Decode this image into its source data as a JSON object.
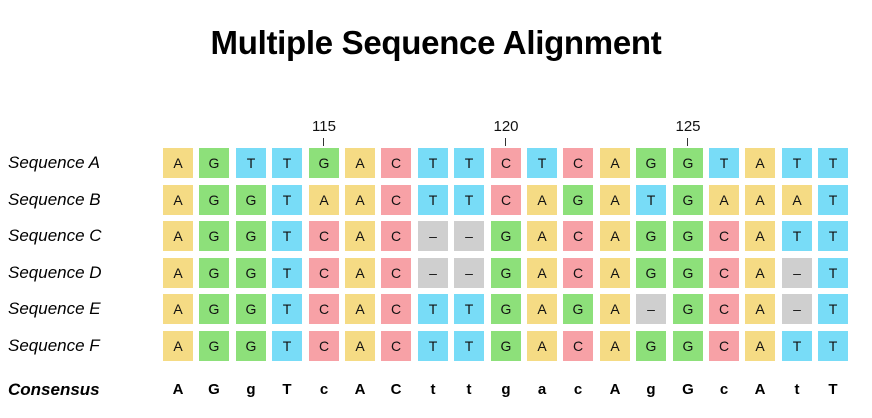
{
  "title": "Multiple Sequence Alignment",
  "colors": {
    "A": "#f5db84",
    "G": "#8de07a",
    "T": "#78dcf7",
    "C": "#f7a1a6",
    "-": "#cfcfcf"
  },
  "ruler": [
    {
      "label": "115",
      "column": 4
    },
    {
      "label": "120",
      "column": 9
    },
    {
      "label": "125",
      "column": 14
    }
  ],
  "sequences": [
    {
      "name": "Sequence A",
      "residues": [
        "A",
        "G",
        "T",
        "T",
        "G",
        "A",
        "C",
        "T",
        "T",
        "C",
        "T",
        "C",
        "A",
        "G",
        "G",
        "T",
        "A",
        "T",
        "T"
      ]
    },
    {
      "name": "Sequence B",
      "residues": [
        "A",
        "G",
        "G",
        "T",
        "A",
        "A",
        "C",
        "T",
        "T",
        "C",
        "A",
        "G",
        "A",
        "T",
        "G",
        "A",
        "A",
        "A",
        "T"
      ]
    },
    {
      "name": "Sequence C",
      "residues": [
        "A",
        "G",
        "G",
        "T",
        "C",
        "A",
        "C",
        "–",
        "–",
        "G",
        "A",
        "C",
        "A",
        "G",
        "G",
        "C",
        "A",
        "T",
        "T"
      ]
    },
    {
      "name": "Sequence D",
      "residues": [
        "A",
        "G",
        "G",
        "T",
        "C",
        "A",
        "C",
        "–",
        "–",
        "G",
        "A",
        "C",
        "A",
        "G",
        "G",
        "C",
        "A",
        "–",
        "T"
      ]
    },
    {
      "name": "Sequence E",
      "residues": [
        "A",
        "G",
        "G",
        "T",
        "C",
        "A",
        "C",
        "T",
        "T",
        "G",
        "A",
        "G",
        "A",
        "–",
        "G",
        "C",
        "A",
        "–",
        "T"
      ]
    },
    {
      "name": "Sequence F",
      "residues": [
        "A",
        "G",
        "G",
        "T",
        "C",
        "A",
        "C",
        "T",
        "T",
        "G",
        "A",
        "C",
        "A",
        "G",
        "G",
        "C",
        "A",
        "T",
        "T"
      ]
    }
  ],
  "consensus": {
    "label": "Consensus",
    "residues": [
      "A",
      "G",
      "g",
      "T",
      "c",
      "A",
      "C",
      "t",
      "t",
      "g",
      "a",
      "c",
      "A",
      "g",
      "G",
      "c",
      "A",
      "t",
      "T"
    ]
  }
}
